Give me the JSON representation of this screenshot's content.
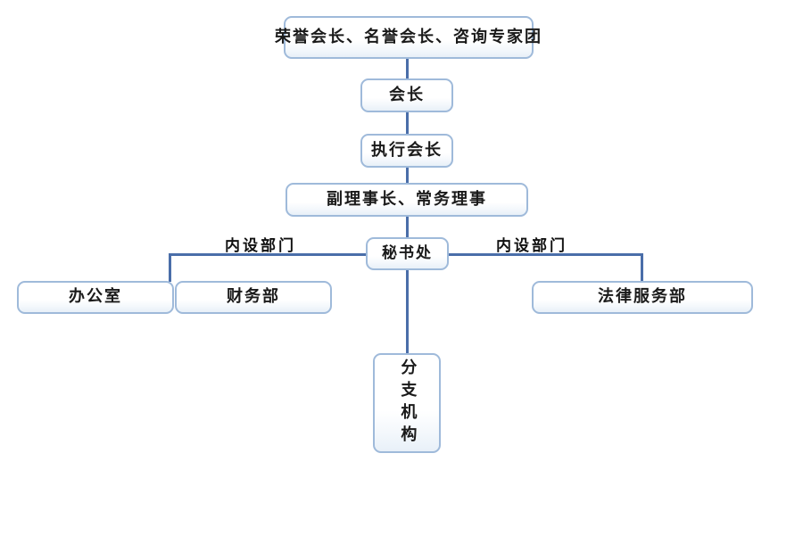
{
  "diagram": {
    "title": "",
    "type": "org-chart",
    "colors": {
      "box_border": "#9fbada",
      "connector": "#4a6ea9",
      "text": "#1a1a1a",
      "background": "#ffffff"
    },
    "nodes": {
      "honorary": "荣誉会长、名誉会长、咨询专家团",
      "president": "会长",
      "executive_president": "执行会长",
      "vice_directors": "副理事长、常务理事",
      "secretariat": "秘书处",
      "office": "办公室",
      "finance_dept": "财务部",
      "legal_service_dept": "法律服务部",
      "branch_org": "分支机构"
    },
    "edge_labels": {
      "internal_dept_left": "内设部门",
      "internal_dept_right": "内设部门"
    }
  }
}
